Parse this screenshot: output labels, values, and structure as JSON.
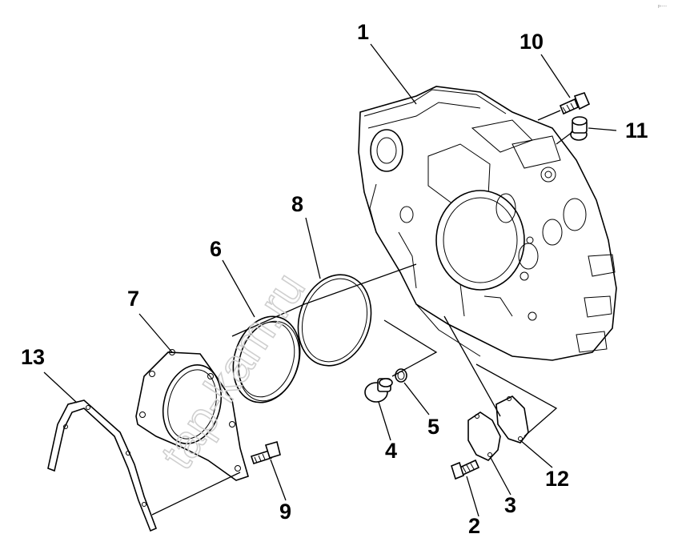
{
  "watermark": "tap-kam.ru",
  "corner_stamp": "p-----",
  "callouts": [
    {
      "id": "c1",
      "label": "1"
    },
    {
      "id": "c2",
      "label": "2"
    },
    {
      "id": "c3",
      "label": "3"
    },
    {
      "id": "c4",
      "label": "4"
    },
    {
      "id": "c5",
      "label": "5"
    },
    {
      "id": "c6",
      "label": "6"
    },
    {
      "id": "c7",
      "label": "7"
    },
    {
      "id": "c8",
      "label": "8"
    },
    {
      "id": "c9",
      "label": "9"
    },
    {
      "id": "c10",
      "label": "10"
    },
    {
      "id": "c11",
      "label": "11"
    },
    {
      "id": "c12",
      "label": "12"
    },
    {
      "id": "c13",
      "label": "13"
    }
  ]
}
